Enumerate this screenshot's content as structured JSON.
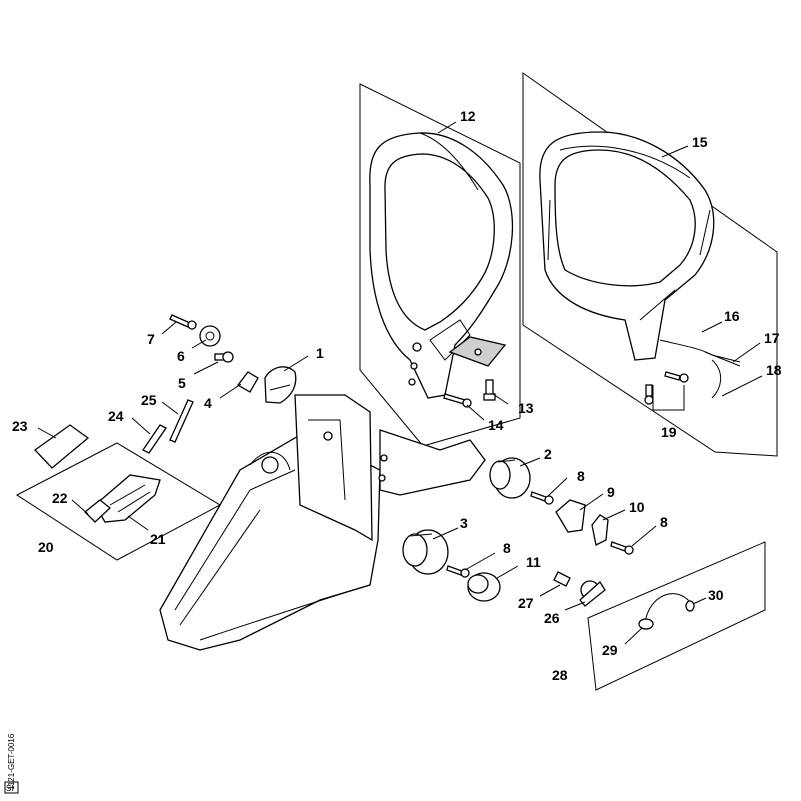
{
  "diagram": {
    "callouts": [
      {
        "num": "1"
      },
      {
        "num": "2"
      },
      {
        "num": "3"
      },
      {
        "num": "4"
      },
      {
        "num": "5"
      },
      {
        "num": "6"
      },
      {
        "num": "7"
      },
      {
        "num": "8"
      },
      {
        "num": "8"
      },
      {
        "num": "8"
      },
      {
        "num": "9"
      },
      {
        "num": "10"
      },
      {
        "num": "11"
      },
      {
        "num": "12"
      },
      {
        "num": "13"
      },
      {
        "num": "14"
      },
      {
        "num": "15"
      },
      {
        "num": "16"
      },
      {
        "num": "17"
      },
      {
        "num": "18"
      },
      {
        "num": "19"
      },
      {
        "num": "20"
      },
      {
        "num": "21"
      },
      {
        "num": "22"
      },
      {
        "num": "23"
      },
      {
        "num": "24"
      },
      {
        "num": "25"
      },
      {
        "num": "26"
      },
      {
        "num": "27"
      },
      {
        "num": "28"
      },
      {
        "num": "29"
      },
      {
        "num": "30"
      }
    ],
    "side_code": "1121-GET-0016",
    "corner_tag": "SI"
  }
}
